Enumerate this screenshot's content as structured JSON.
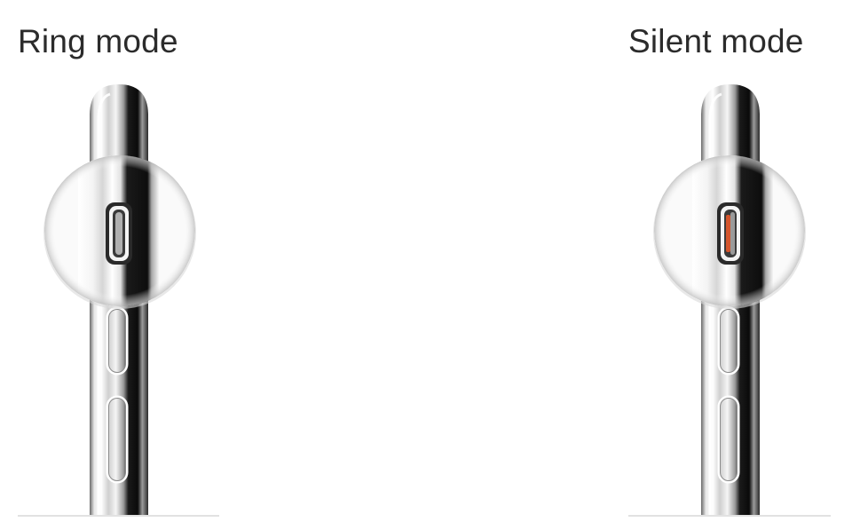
{
  "panels": [
    {
      "id": "ring",
      "title": "Ring mode",
      "switch_state": "ring",
      "switch_indicator_color": "#b0b0b0"
    },
    {
      "id": "silent",
      "title": "Silent mode",
      "switch_state": "silent",
      "switch_indicator_color": "#d4552c"
    }
  ],
  "colors": {
    "background": "#ffffff",
    "title_text": "#2b2b2b",
    "frame_dark": "#111111",
    "frame_light": "#f2f2f2",
    "magnifier_shadow": "#cfcfcf",
    "baseline": "#d8d8d8"
  },
  "icons": {
    "phone_side": "phone-side-illustration",
    "mute_switch": "mute-switch-icon",
    "volume_up": "volume-up-button-icon",
    "volume_down": "volume-down-button-icon",
    "magnifier": "magnifier-lens-icon"
  }
}
